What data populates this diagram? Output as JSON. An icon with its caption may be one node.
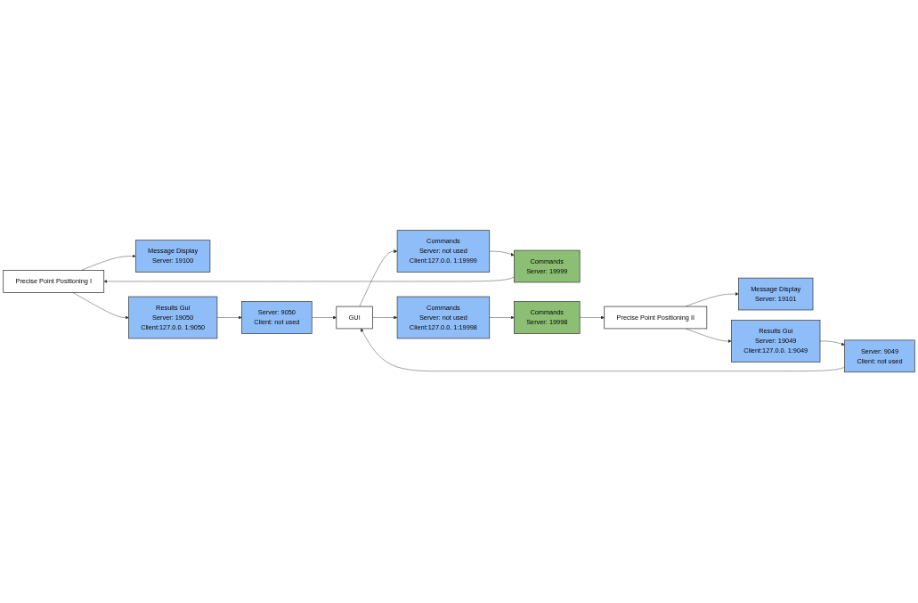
{
  "diagram": {
    "nodes": [
      {
        "text": [
          "Precise Point Positioning I"
        ]
      },
      {
        "text": [
          "Message Display",
          "Server: 19100"
        ]
      },
      {
        "text": [
          "Results Gui",
          "Server: 19050",
          "Client:127.0.0. 1:9050"
        ]
      },
      {
        "text": [
          "Commands",
          "Server: 19999"
        ]
      },
      {
        "text": [
          "Server: 9050",
          "Client: not used"
        ]
      },
      {
        "text": [
          "Commands",
          "Server: not used",
          "Client:127.0.0. 1:19999"
        ]
      },
      {
        "text": [
          "GUI"
        ]
      },
      {
        "text": [
          "Precise Point Positioning II"
        ]
      },
      {
        "text": [
          "Message Display",
          "Server: 19101"
        ]
      },
      {
        "text": [
          "Results Gui",
          "Server: 19049",
          "Client:127.0.0. 1:9049"
        ]
      },
      {
        "text": [
          "Commands",
          "Server: 19998"
        ]
      },
      {
        "text": [
          "Server: 9049",
          "Client: not used"
        ]
      },
      {
        "text": [
          "Commands",
          "Server: not used",
          "Client:127.0.0. 1:19998"
        ]
      }
    ],
    "edges": [
      {
        "from": 0,
        "to": 1,
        "arrow": "to"
      },
      {
        "from": 0,
        "to": 2,
        "arrow": "to"
      },
      {
        "from": 3,
        "to": 0,
        "arrow": "to"
      },
      {
        "from": 2,
        "to": 4,
        "arrow": "to"
      },
      {
        "from": 4,
        "to": 6,
        "arrow": "to"
      },
      {
        "from": 6,
        "to": 5,
        "arrow": "to"
      },
      {
        "from": 5,
        "to": 3,
        "arrow": "to"
      },
      {
        "from": 7,
        "to": 8,
        "arrow": "to"
      },
      {
        "from": 7,
        "to": 9,
        "arrow": "to"
      },
      {
        "from": 10,
        "to": 7,
        "arrow": "to"
      },
      {
        "from": 9,
        "to": 11,
        "arrow": "to"
      },
      {
        "from": 11,
        "to": 6,
        "arrow": "to"
      },
      {
        "from": 6,
        "to": 12,
        "arrow": "to"
      },
      {
        "from": 12,
        "to": 10,
        "arrow": "to"
      }
    ]
  }
}
